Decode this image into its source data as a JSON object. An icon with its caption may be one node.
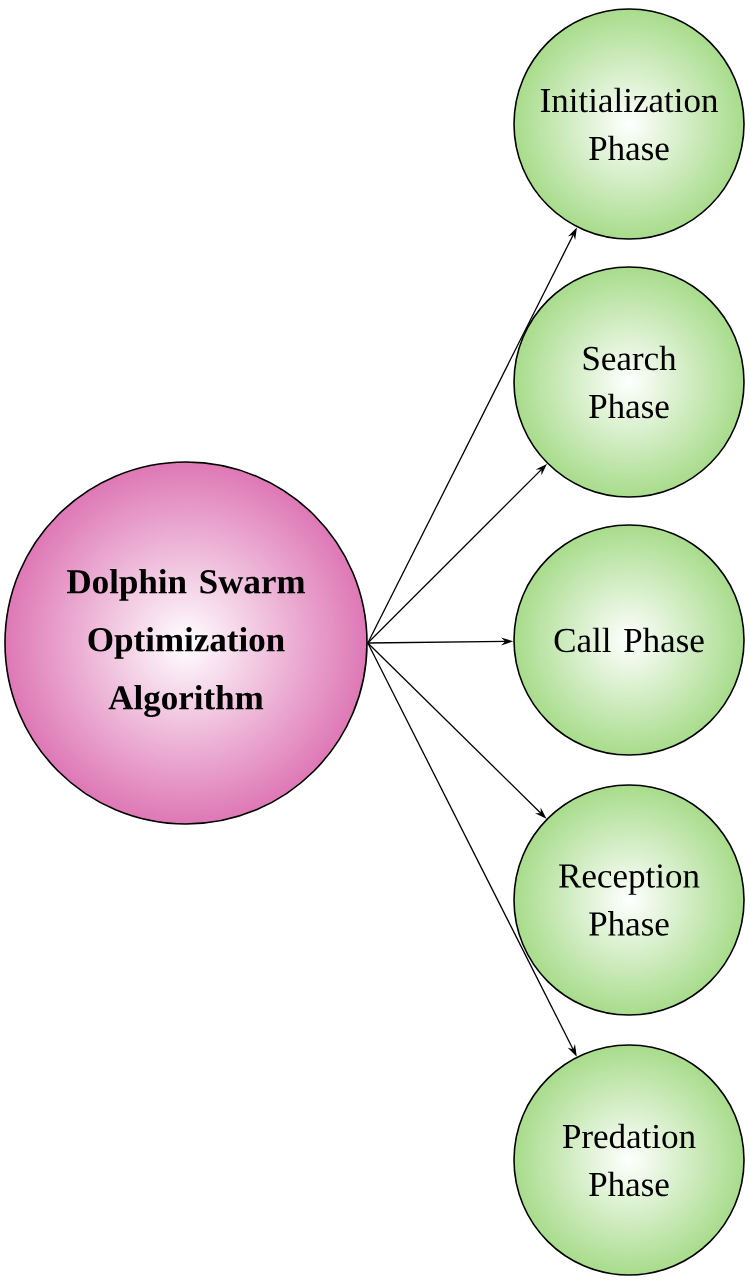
{
  "diagram": {
    "nodes": [
      {
        "text": [
          "Dolphin Swarm Optimization Algorithm"
        ]
      },
      {
        "text": [
          "Initialization Phase"
        ]
      },
      {
        "text": [
          "Search Phase"
        ]
      },
      {
        "text": [
          "Call Phase"
        ]
      },
      {
        "text": [
          "Reception Phase"
        ]
      },
      {
        "text": [
          "Predation Phase"
        ]
      }
    ],
    "edges": [
      {
        "from": 0,
        "to": 1,
        "arrow": "to"
      },
      {
        "from": 0,
        "to": 2,
        "arrow": "to"
      },
      {
        "from": 0,
        "to": 3,
        "arrow": "to"
      },
      {
        "from": 0,
        "to": 4,
        "arrow": "to"
      },
      {
        "from": 0,
        "to": 5,
        "arrow": "to"
      }
    ]
  }
}
